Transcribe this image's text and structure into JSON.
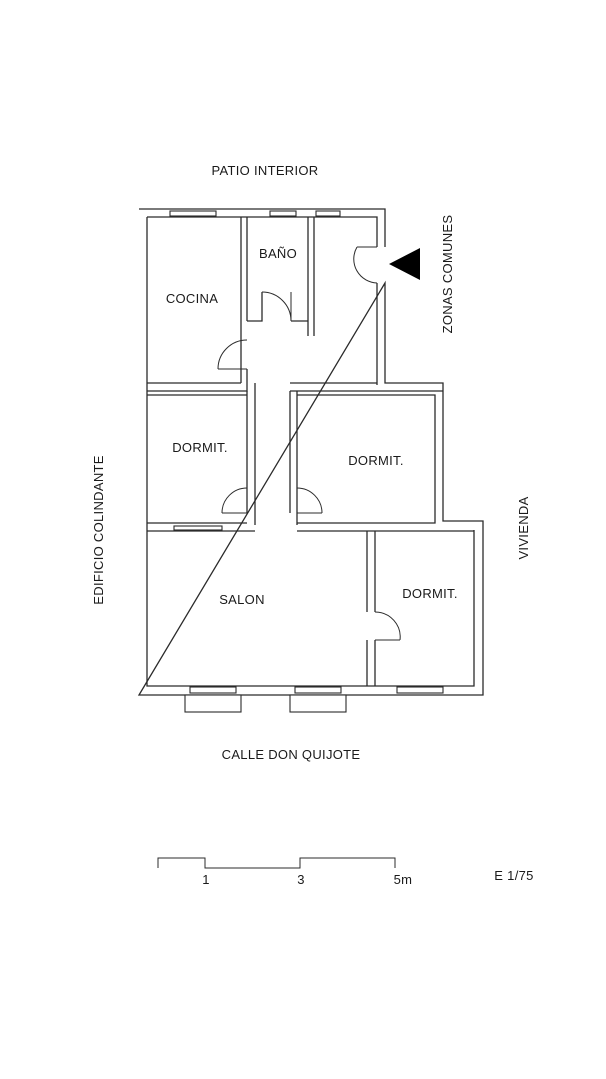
{
  "labels": {
    "patio": "PATIO INTERIOR",
    "street": "CALLE DON QUIJOTE",
    "left_side": "EDIFICIO COLINDANTE",
    "right_side": "VIVIENDA",
    "common": "ZONAS COMUNES"
  },
  "rooms": {
    "cocina": "COCINA",
    "bano": "BAÑO",
    "dormit_1": "DORMIT.",
    "dormit_2": "DORMIT.",
    "dormit_3": "DORMIT.",
    "salon": "SALON"
  },
  "scale_bar": {
    "ticks": [
      "1",
      "3",
      "5m"
    ],
    "ratio": "E 1/75"
  },
  "colors": {
    "wall": "#2b2b2b",
    "background": "#ffffff",
    "entrance_marker": "#000000"
  }
}
